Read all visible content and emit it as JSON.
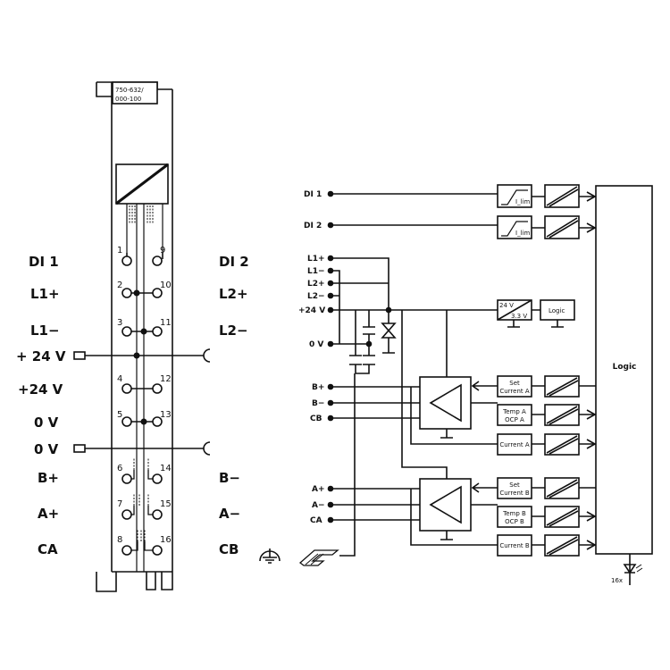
{
  "module": {
    "part_number_line1": "750-632/",
    "part_number_line2": "000-100",
    "terminal_numbers_left": [
      "1",
      "2",
      "3",
      "4",
      "5",
      "6",
      "7",
      "8"
    ],
    "terminal_numbers_right": [
      "9",
      "10",
      "11",
      "12",
      "13",
      "14",
      "15",
      "16"
    ],
    "labels_left": [
      "DI 1",
      "L1+",
      "L1−",
      "+ 24 V",
      "+24 V",
      "0 V",
      "0 V",
      "B+",
      "A+",
      "CA"
    ],
    "labels_right": [
      "DI 2",
      "L2+",
      "L2−",
      "B−",
      "A−",
      "CB"
    ]
  },
  "schematic": {
    "pins": [
      "DI 1",
      "DI 2",
      "L1+",
      "L1−",
      "L2+",
      "L2−",
      "+24 V",
      "0 V",
      "B+",
      "B−",
      "CB",
      "A+",
      "A−",
      "CA"
    ],
    "ilim_label": "I_lim",
    "converter_in": "24 V",
    "converter_out": "3.3 V",
    "small_logic_label": "Logic",
    "logic_block_label": "Logic",
    "set_current_a": [
      "Set",
      "Current A"
    ],
    "temp_a": [
      "Temp A",
      "OCP A"
    ],
    "current_a": "Current A",
    "set_current_b": [
      "Set",
      "Current B"
    ],
    "temp_b": [
      "Temp B",
      "OCP B"
    ],
    "current_b": "Current B",
    "led_count": "16x"
  }
}
